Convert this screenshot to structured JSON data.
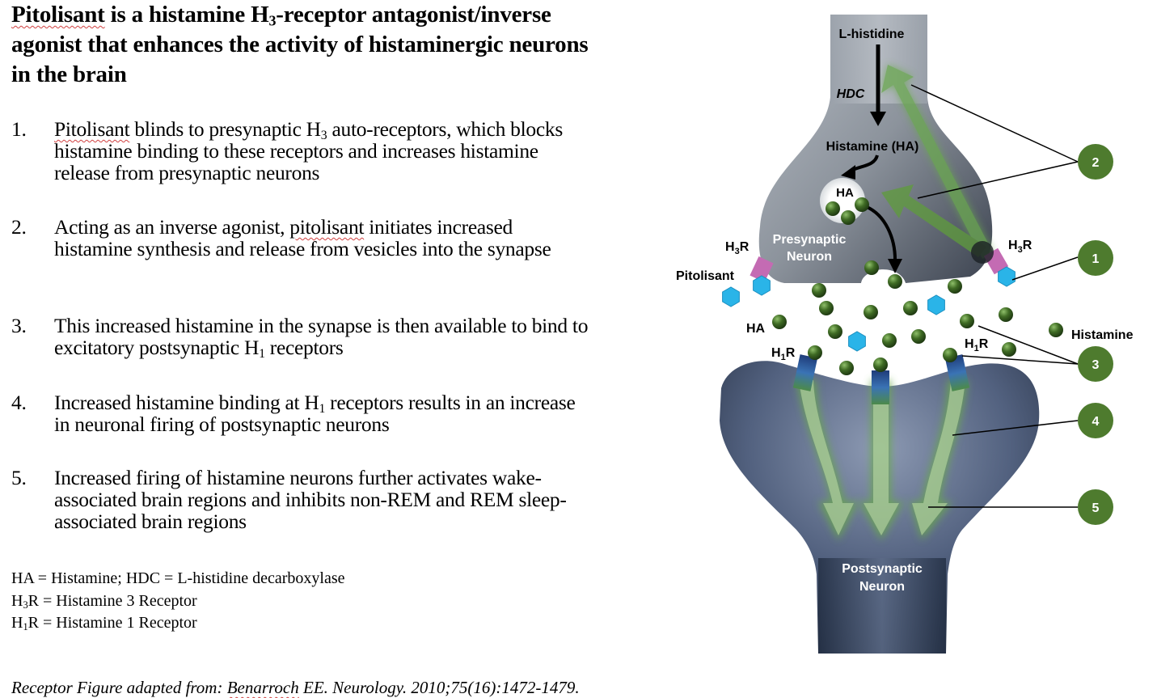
{
  "title": {
    "part1_underlined": "Pitolisant",
    "part2": " is a histamine H",
    "sub": "3",
    "part3": "-receptor antagonist/inverse agonist that enhances the activity of histaminergic neurons in the brain"
  },
  "steps": [
    {
      "num": "1.",
      "a_underlined": "Pitolisant",
      "b": " blinds to presynaptic H",
      "sub": "3",
      "c": " auto-receptors, which blocks histamine binding to these receptors and increases histamine release from presynaptic neurons"
    },
    {
      "num": "2.",
      "a": "Acting as an inverse agonist, ",
      "b_underlined": "pitolisant",
      "c": " initiates increased histamine synthesis and release from vesicles into the synapse"
    },
    {
      "num": "3.",
      "a": "This increased histamine in the synapse is then available to bind to excitatory postsynaptic H",
      "sub": "1",
      "c": " receptors"
    },
    {
      "num": "4.",
      "a": "Increased histamine binding at H",
      "sub": "1",
      "c": " receptors results in an increase in neuronal firing of postsynaptic neurons"
    },
    {
      "num": "5.",
      "a": "Increased firing of histamine neurons further activates wake-associated brain regions and inhibits non-REM and REM sleep-associated brain regions"
    }
  ],
  "abbreviations": [
    {
      "a": "HA = Histamine; HDC = L-histidine decarboxylase"
    },
    {
      "pre": "H",
      "sub": "3",
      "post": "R = Histamine 3 Receptor"
    },
    {
      "pre": "H",
      "sub": "1",
      "post": "R = Histamine 1 Receptor"
    }
  ],
  "reference": {
    "pre": "Receptor Figure adapted from: ",
    "underlined": "Benarroch",
    "post": " EE. Neurology. 2010;75(16):1472-1479."
  },
  "diagram": {
    "labels": {
      "l_histidine": "L-histidine",
      "hdc": "HDC",
      "histamine_ha": "Histamine (HA)",
      "vesicle_ha": "HA",
      "presynaptic_1": "Presynaptic",
      "presynaptic_2": "Neuron",
      "h3r_left_pre": "H",
      "h3r_left_sub": "3",
      "h3r_left_post": "R",
      "h3r_right_pre": "H",
      "h3r_right_sub": "3",
      "h3r_right_post": "R",
      "pitolisant": "Pitolisant",
      "ha_free": "HA",
      "h1r_left_pre": "H",
      "h1r_left_sub": "1",
      "h1r_left_post": "R",
      "h1r_right_pre": "H",
      "h1r_right_sub": "1",
      "h1r_right_post": "R",
      "histamine": "Histamine",
      "postsynaptic_1": "Postsynaptic",
      "postsynaptic_2": "Neuron"
    },
    "badges": [
      "2",
      "1",
      "3",
      "4",
      "5"
    ],
    "colors": {
      "badge": "#4e7b2e",
      "histamine": "#3f6b24",
      "pitolisant": "#2ab4e8",
      "h3_receptor": "#c46bb3",
      "presynaptic": "#8a929c",
      "postsynaptic": "#3b4a66",
      "arrow_green": "#5f9c3c"
    }
  }
}
